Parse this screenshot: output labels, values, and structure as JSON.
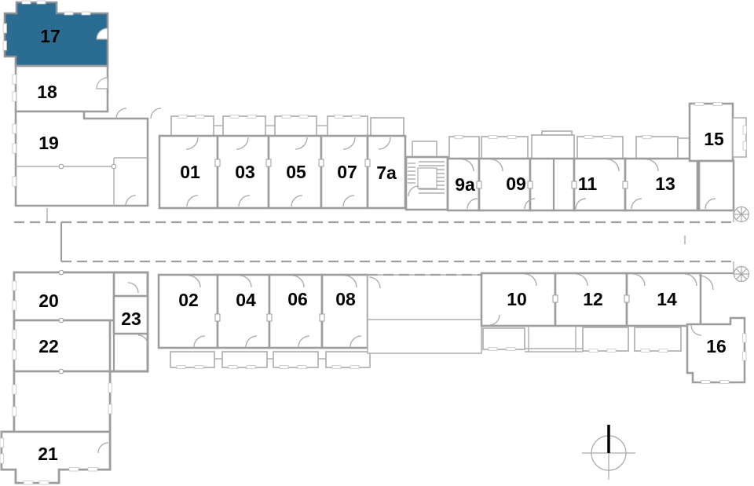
{
  "plan": {
    "figure_type": "building-floor-plan",
    "selected_unit": "17",
    "colors": {
      "highlight": "#2b6d92",
      "wall": "#9d9d9d",
      "label": "#030303"
    },
    "units": [
      {
        "id": "17",
        "label": "17",
        "highlighted": true
      },
      {
        "id": "18",
        "label": "18",
        "highlighted": false
      },
      {
        "id": "19",
        "label": "19",
        "highlighted": false
      },
      {
        "id": "01",
        "label": "01",
        "highlighted": false
      },
      {
        "id": "03",
        "label": "03",
        "highlighted": false
      },
      {
        "id": "05",
        "label": "05",
        "highlighted": false
      },
      {
        "id": "07",
        "label": "07",
        "highlighted": false
      },
      {
        "id": "7a",
        "label": "7a",
        "highlighted": false
      },
      {
        "id": "9a",
        "label": "9a",
        "highlighted": false
      },
      {
        "id": "09",
        "label": "09",
        "highlighted": false
      },
      {
        "id": "11",
        "label": "11",
        "highlighted": false
      },
      {
        "id": "13",
        "label": "13",
        "highlighted": false
      },
      {
        "id": "15",
        "label": "15",
        "highlighted": false
      },
      {
        "id": "20",
        "label": "20",
        "highlighted": false
      },
      {
        "id": "23",
        "label": "23",
        "highlighted": false
      },
      {
        "id": "22",
        "label": "22",
        "highlighted": false
      },
      {
        "id": "21",
        "label": "21",
        "highlighted": false
      },
      {
        "id": "02",
        "label": "02",
        "highlighted": false
      },
      {
        "id": "04",
        "label": "04",
        "highlighted": false
      },
      {
        "id": "06",
        "label": "06",
        "highlighted": false
      },
      {
        "id": "08",
        "label": "08",
        "highlighted": false
      },
      {
        "id": "10",
        "label": "10",
        "highlighted": false
      },
      {
        "id": "12",
        "label": "12",
        "highlighted": false
      },
      {
        "id": "14",
        "label": "14",
        "highlighted": false
      },
      {
        "id": "16",
        "label": "16",
        "highlighted": false
      }
    ],
    "symbols": [
      {
        "name": "north-indicator"
      },
      {
        "name": "spiral-staircase"
      },
      {
        "name": "staircase"
      }
    ]
  }
}
